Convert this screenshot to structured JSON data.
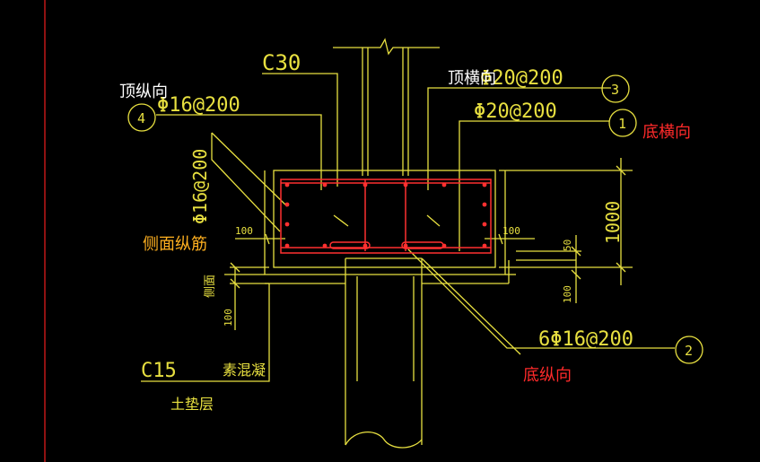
{
  "colors": {
    "background": "#000000",
    "cad_yellow": "#e8e040",
    "rebar_red": "#ff3030",
    "border_red": "#c01818",
    "label_white": "#ffffff",
    "label_red": "#ff2a2a",
    "label_orange": "#ffb020"
  },
  "cad": {
    "c30": "C30",
    "c15": "C15",
    "top_transverse_spec": "Φ20@200",
    "bottom_transverse_spec": "Φ20@200",
    "top_longitudinal_spec": "Φ16@200",
    "side_longitudinal_spec": "Φ16@200",
    "bottom_longitudinal_spec": "6Φ16@200",
    "callout_1": "1",
    "callout_2": "2",
    "callout_3": "3",
    "callout_4": "4",
    "height_dim": "1000",
    "dim_100_left": "100",
    "dim_100_right": "100",
    "dim_50": "50",
    "dim_100_bottom_left": "100",
    "dim_100_bottom_right": "100",
    "plain_concrete": "素混凝",
    "soil_cushion": "土垫层",
    "side_label": "侧面"
  },
  "annotations": {
    "top_longitudinal": "顶纵向",
    "top_transverse": "顶横向",
    "bottom_transverse": "底横向",
    "side_longitudinal": "侧面纵筋",
    "bottom_longitudinal": "底纵向"
  }
}
